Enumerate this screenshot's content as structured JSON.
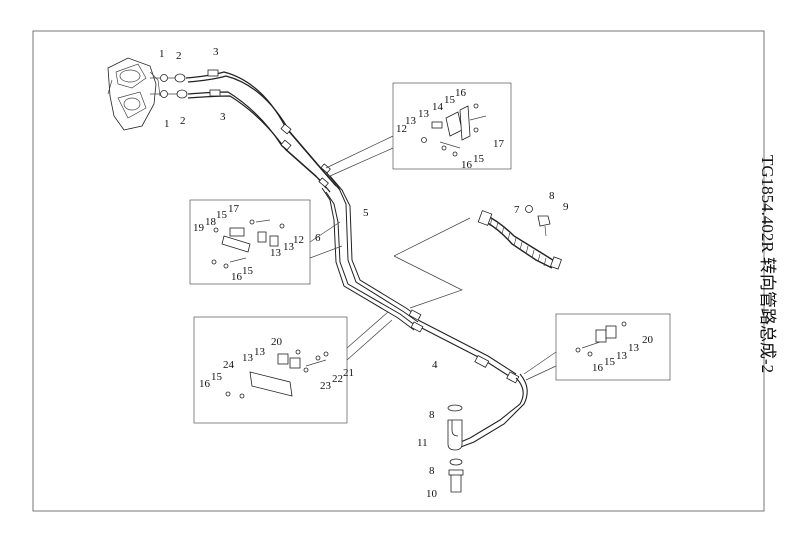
{
  "title": "TG1854.402R 转向管路总成-2",
  "labels": {
    "l1a": "1",
    "l2a": "2",
    "l3a": "3",
    "l1b": "1",
    "l2b": "2",
    "l3b": "3",
    "l5": "5",
    "l6": "6",
    "l7": "7",
    "l8a": "8",
    "l9": "9",
    "l4": "4",
    "l8b": "8",
    "l11": "11",
    "l8c": "8",
    "l10": "10",
    "tr12": "12",
    "tr13a": "13",
    "tr13b": "13",
    "tr14": "14",
    "tr15": "15",
    "tr16": "16",
    "tr17": "17",
    "tr16b": "16",
    "tr15b": "15",
    "ml19": "19",
    "ml18": "18",
    "ml15": "15",
    "ml17": "17",
    "ml12": "12",
    "ml13a": "13",
    "ml13b": "13",
    "ml16": "16",
    "ml15b": "15",
    "bl20": "20",
    "bl13a": "13",
    "bl13b": "13",
    "bl24": "24",
    "bl15": "15",
    "bl16": "16",
    "bl23": "23",
    "bl22": "22",
    "bl21": "21",
    "br20": "20",
    "br13a": "13",
    "br13b": "13",
    "br15": "15",
    "br16": "16"
  }
}
